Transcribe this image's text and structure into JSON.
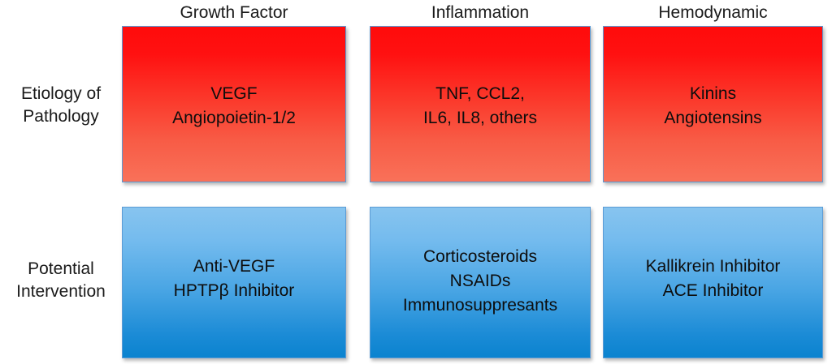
{
  "diagram": {
    "columns": [
      {
        "header": "Growth Factor"
      },
      {
        "header": "Inflammation"
      },
      {
        "header": "Hemodynamic"
      }
    ],
    "rows": [
      {
        "label_line1": "Etiology of",
        "label_line2": "Pathology",
        "cells": [
          {
            "line1": "VEGF",
            "line2": "Angiopoietin-1/2",
            "line3": ""
          },
          {
            "line1": "TNF, CCL2,",
            "line2": "IL6, IL8, others",
            "line3": ""
          },
          {
            "line1": "Kinins",
            "line2": "Angiotensins",
            "line3": ""
          }
        ]
      },
      {
        "label_line1": "Potential",
        "label_line2": "Intervention",
        "cells": [
          {
            "line1": "Anti-VEGF",
            "line2": "HPTPβ Inhibitor",
            "line3": ""
          },
          {
            "line1": "Corticosteroids",
            "line2": "NSAIDs",
            "line3": "Immunosuppresants"
          },
          {
            "line1": "Kallikrein Inhibitor",
            "line2": "ACE Inhibitor",
            "line3": ""
          }
        ]
      }
    ],
    "colors": {
      "etiology_gradient_top": "#ff0b0b",
      "etiology_gradient_bottom": "#f97159",
      "intervention_gradient_top": "#87c4ef",
      "intervention_gradient_bottom": "#0a83cf",
      "cell_border": "#5b9bd5",
      "background": "#ffffff",
      "text": "#111111"
    }
  }
}
